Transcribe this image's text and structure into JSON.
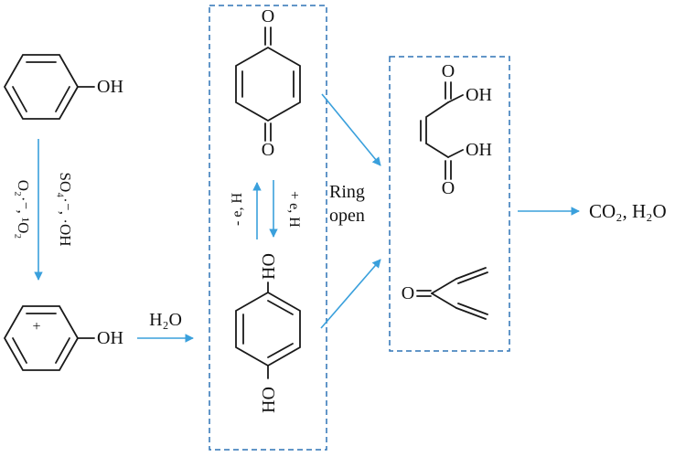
{
  "colors": {
    "arrow": "#3aa0dc",
    "box": "#2e74b5",
    "bond": "#1a1a1a"
  },
  "molecules": {
    "phenol": {
      "oh": "OH"
    },
    "phenol_cation": {
      "charge": "+",
      "oh": "OH"
    },
    "benzoquinone": {
      "o_top": "O",
      "o_bottom": "O"
    },
    "hydroquinone": {
      "ho_top": "HO",
      "ho_bottom": "HO"
    },
    "maleic_acid": {
      "o_top": "O",
      "oh_top": "OH",
      "oh_bottom": "OH",
      "o_bottom": "O"
    },
    "divinyl_ketone": {
      "o": "O"
    }
  },
  "arrows": {
    "oxidants_right": "SO₄·⁻, ·OH",
    "oxidants_left": "O₂·⁻, ¹O₂",
    "hydration": "H₂O",
    "oxidation": "- e, H",
    "reduction": "+ e, H"
  },
  "annotations": {
    "ring_open_line1": "Ring",
    "ring_open_line2": "open",
    "products": "CO₂, H₂O"
  }
}
